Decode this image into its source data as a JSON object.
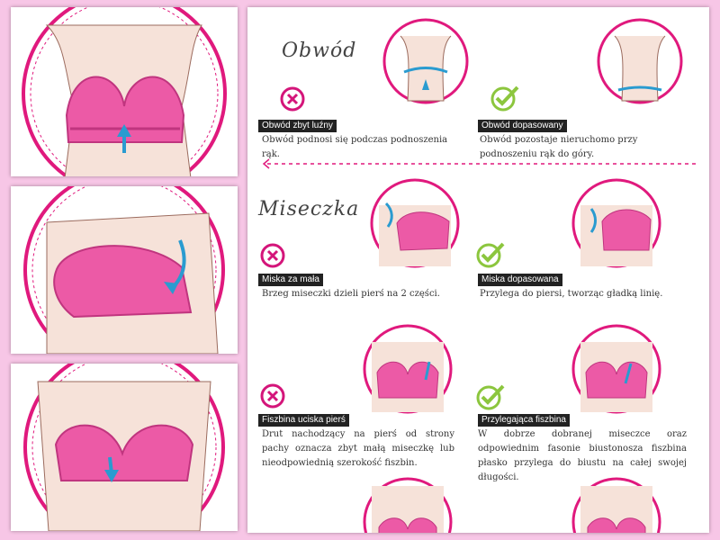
{
  "colors": {
    "background": "#f7c6e6",
    "accent_pink": "#e0197d",
    "bra_pink": "#ec5aa6",
    "skin": "#f6e2d9",
    "bad_icon": "#d4157a",
    "good_icon": "#8cc63e",
    "arrow_blue": "#2a9bd0"
  },
  "sections": {
    "circumference": {
      "title": "Obwód",
      "bad": {
        "icon": "x-circle-icon",
        "label": "Obwód zbyt luźny",
        "description": "Obwód podnosi się podczas podnoszenia rąk."
      },
      "good": {
        "icon": "checkmark-icon",
        "label": "Obwód dopasowany",
        "description": "Obwód pozostaje nieruchomo przy podnoszeniu rąk do góry."
      }
    },
    "cup": {
      "title": "Miseczka",
      "bad": {
        "icon": "x-circle-icon",
        "label": "Miska za mała",
        "description": "Brzeg miseczki dzieli pierś na 2 części."
      },
      "good": {
        "icon": "checkmark-icon",
        "label": "Miska dopasowana",
        "description": "Przylega do piersi, tworząc gładką linię."
      }
    },
    "underwire": {
      "bad": {
        "icon": "x-circle-icon",
        "label": "Fiszbina uciska pierś",
        "description": "Drut nachodzący na pierś od strony pachy oznacza zbyt małą miseczkę lub nieodpowiednią szerokość fiszbin."
      },
      "good": {
        "icon": "checkmark-icon",
        "label": "Przylegająca fiszbina",
        "description": "W dobrze dobranej miseczce oraz odpowiednim fasonie biustonosza fiszbina płasko przylega do biustu na całej swojej długości."
      }
    }
  }
}
